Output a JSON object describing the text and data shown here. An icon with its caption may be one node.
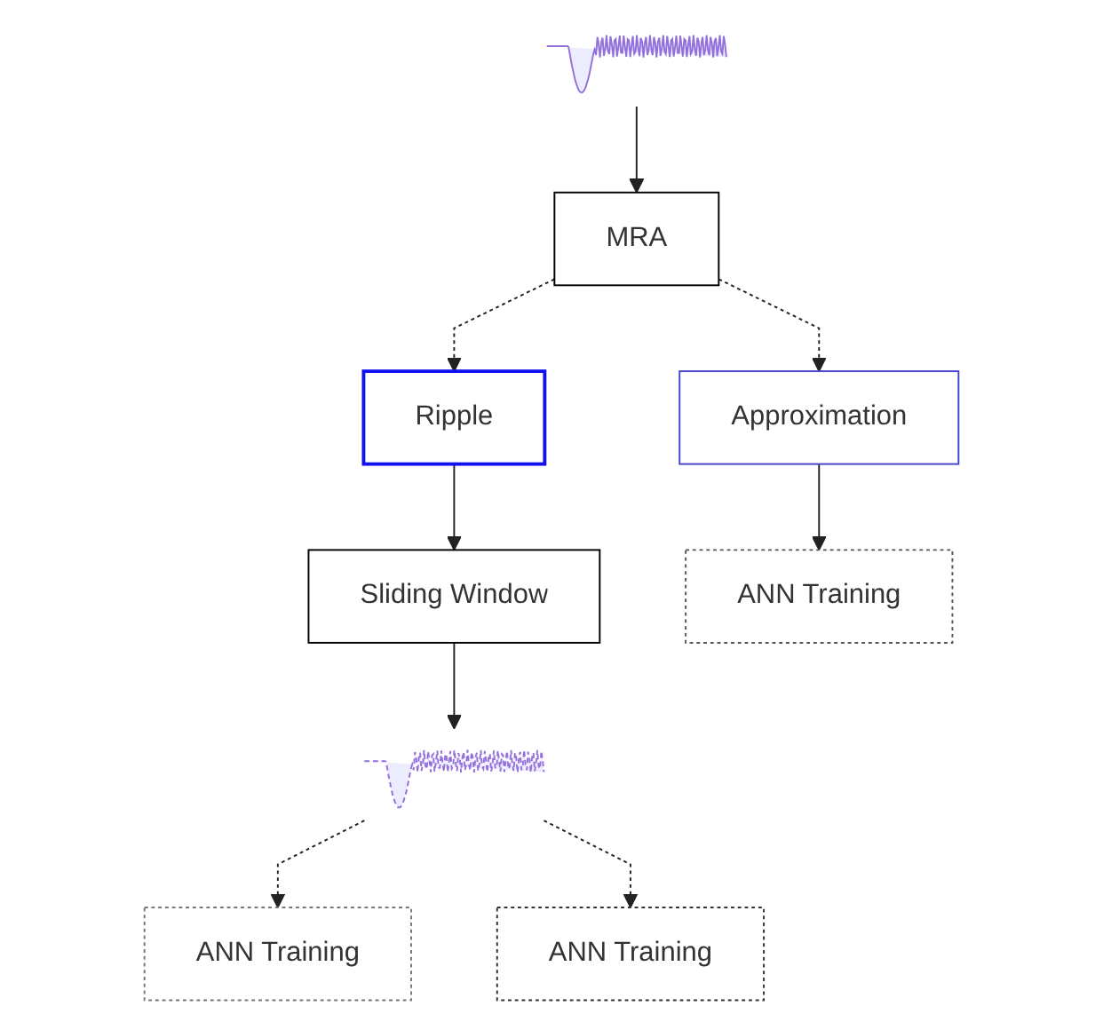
{
  "diagram": {
    "nodes": [
      {
        "text": [],
        "shape": "picture"
      },
      {
        "text": [
          "MRA"
        ]
      },
      {
        "text": [
          "Approximation"
        ]
      },
      {
        "text": [
          "Ripple"
        ]
      },
      {
        "text": [
          "Sliding Window"
        ]
      },
      {
        "text": [
          "ANN Training"
        ]
      },
      {
        "text": [],
        "shape": "picture"
      },
      {
        "text": [
          "ANN Training"
        ]
      },
      {
        "text": [
          "ANN Training"
        ]
      }
    ],
    "edges": [
      {
        "from": 0,
        "to": 1,
        "arrow": "to"
      },
      {
        "from": 1,
        "to": 2,
        "arrow": "to",
        "style": "dashed"
      },
      {
        "from": 1,
        "to": 3,
        "arrow": "to",
        "style": "dashed"
      },
      {
        "from": 2,
        "to": 5,
        "arrow": "to"
      },
      {
        "from": 3,
        "to": 4,
        "arrow": "to"
      },
      {
        "from": 4,
        "to": 6,
        "arrow": "to"
      },
      {
        "from": 6,
        "to": 7,
        "arrow": "to",
        "style": "dashed"
      },
      {
        "from": 6,
        "to": 8,
        "arrow": "to",
        "style": "dashed"
      }
    ]
  }
}
